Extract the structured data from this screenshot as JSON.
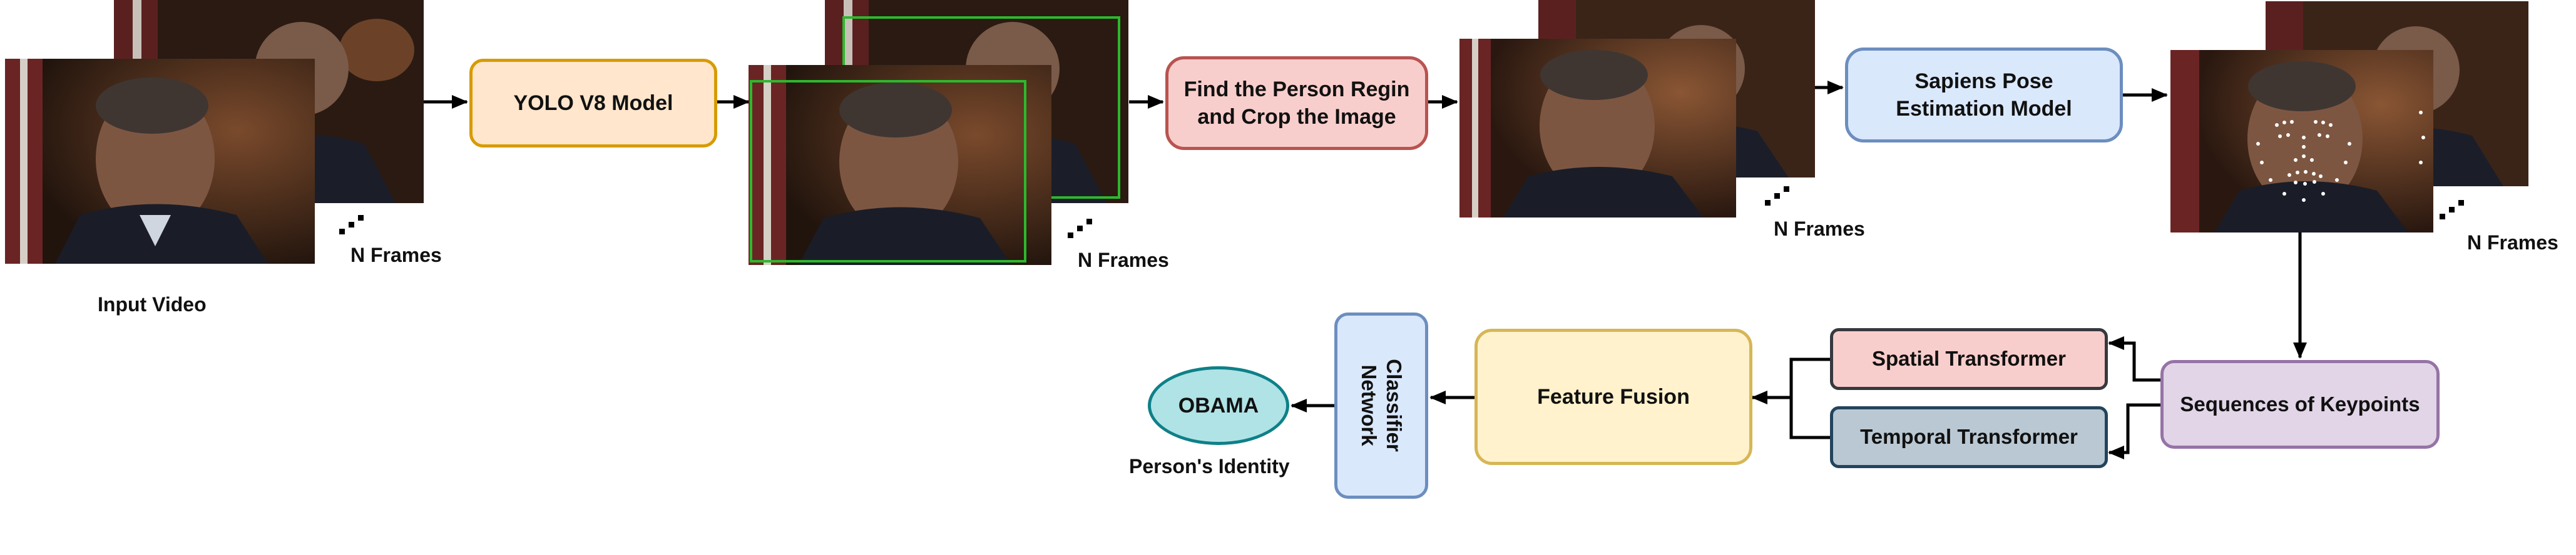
{
  "labels": {
    "input_video": "Input Video",
    "n_frames": "N Frames",
    "persons_identity": "Person's Identity"
  },
  "nodes": {
    "yolo": "YOLO V8 Model",
    "find_person": "Find the Person Regin and Crop the Image",
    "sapiens": "Sapiens Pose Estimation Model",
    "sequences": "Sequences of Keypoints",
    "spatial": "Spatial Transformer",
    "temporal": "Temporal Transformer",
    "fusion": "Feature Fusion",
    "classifier": "Classifier Network",
    "output": "OBAMA"
  },
  "colors": {
    "yolo_fill": "#ffe6cc",
    "yolo_stroke": "#d79b00",
    "find_fill": "#f8cecc",
    "find_stroke": "#b85450",
    "sapiens_fill": "#dae8fc",
    "sapiens_stroke": "#6c8ebf",
    "sequences_fill": "#e1d5e7",
    "sequences_stroke": "#9673a6",
    "spatial_fill": "#f8cecc",
    "spatial_stroke": "#36393d",
    "temporal_fill": "#bac8d3",
    "temporal_stroke": "#23445d",
    "fusion_fill": "#fff2cc",
    "fusion_stroke": "#d6b656",
    "classifier_fill": "#dae8fc",
    "classifier_stroke": "#6c8ebf",
    "output_fill": "#b0e3e6",
    "output_stroke": "#0e8088",
    "bbox_green": "#2db82d",
    "keypoint": "#ffffff"
  }
}
